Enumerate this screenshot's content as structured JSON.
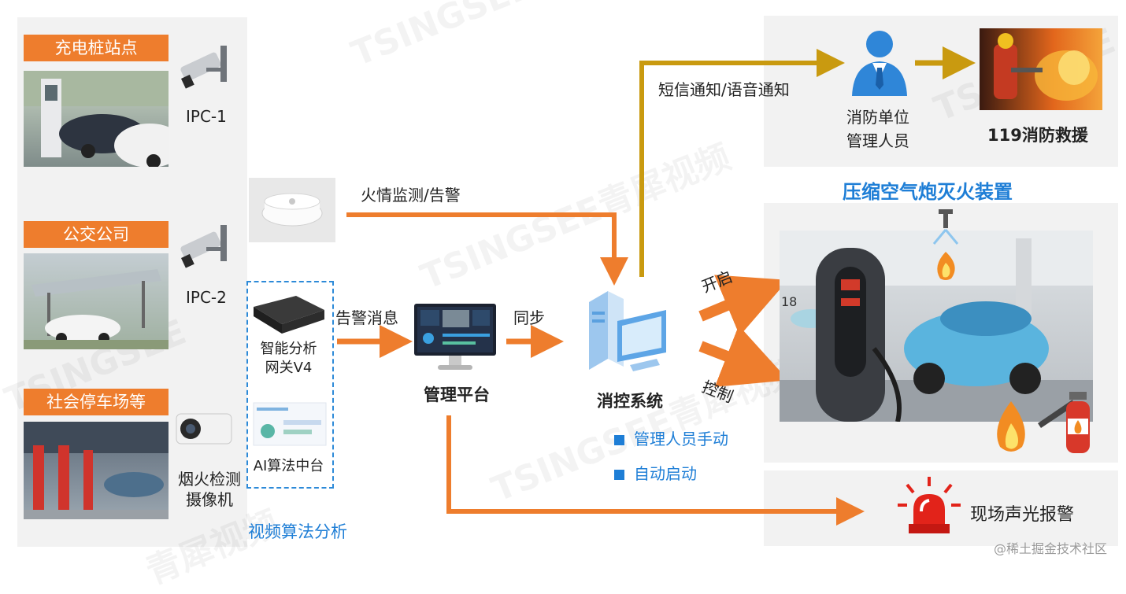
{
  "sites": [
    {
      "label": "充电桩站点",
      "camera": "IPC-1"
    },
    {
      "label": "公交公司",
      "camera": "IPC-2"
    },
    {
      "label": "社会停车场等",
      "camera": "烟火检测\n摄像机"
    }
  ],
  "gateway": {
    "label": "智能分析\n网关V4"
  },
  "ai_platform": {
    "label": "AI算法中台"
  },
  "video_analysis": {
    "label": "视频算法分析"
  },
  "flows": {
    "fire_alarm": "火情监测/告警",
    "alarm_message": "告警消息",
    "sync": "同步",
    "sms_voice": "短信通知/语音通知",
    "open": "开启",
    "control": "控制"
  },
  "management_platform": {
    "label": "管理平台"
  },
  "fire_control_system": {
    "label": "消控系统"
  },
  "modes": [
    "管理人员手动",
    "自动启动"
  ],
  "fire_unit": {
    "label": "消防单位\n管理人员"
  },
  "rescue": {
    "label": "119消防救援"
  },
  "device_title": "压缩空气炮灭火装置",
  "sound_light_alarm": "现场声光报警",
  "charger_display": {
    "number": "18"
  },
  "watermarks": [
    "TSINGSEE",
    "TSINGSEE青犀视频",
    "青犀视频"
  ],
  "footer": "@稀土掘金技术社区",
  "colors": {
    "orange": "#ee7d2d",
    "gold": "#c99a10",
    "blue": "#1e7ed6",
    "panel": "#f2f2f2"
  }
}
